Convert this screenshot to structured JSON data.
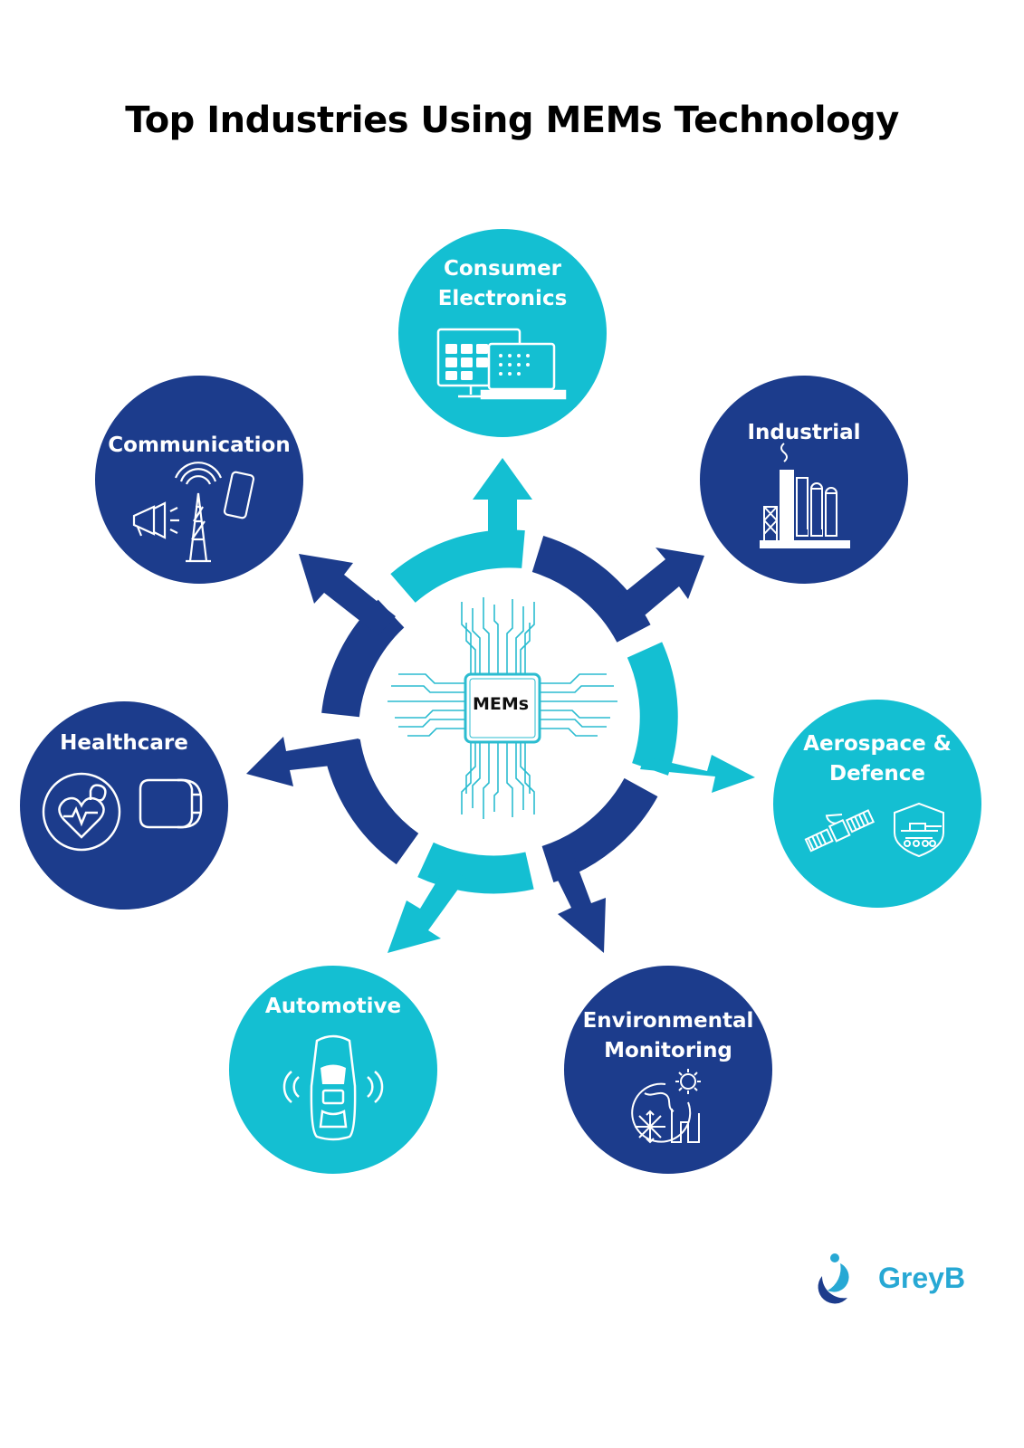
{
  "title": "Top Industries Using MEMs Technology",
  "center": {
    "label": "MEMs"
  },
  "nodes": [
    {
      "id": "consumer",
      "lines": [
        "Consumer",
        "Electronics"
      ],
      "color": "#14bfd2"
    },
    {
      "id": "industrial",
      "lines": [
        "Industrial"
      ],
      "color": "#1c3c8c"
    },
    {
      "id": "aerospace",
      "lines": [
        "Aerospace &",
        "Defence"
      ],
      "color": "#14bfd2"
    },
    {
      "id": "environmental",
      "lines": [
        "Environmental",
        "Monitoring"
      ],
      "color": "#1c3c8c"
    },
    {
      "id": "automotive",
      "lines": [
        "Automotive"
      ],
      "color": "#14bfd2"
    },
    {
      "id": "healthcare",
      "lines": [
        "Healthcare"
      ],
      "color": "#1c3c8c"
    },
    {
      "id": "communication",
      "lines": [
        "Communication"
      ],
      "color": "#1c3c8c"
    }
  ],
  "logo": {
    "text": "GreyB"
  },
  "colors": {
    "cyan": "#14bfd2",
    "navy": "#1c3c8c",
    "logo": "#27a8d4"
  }
}
